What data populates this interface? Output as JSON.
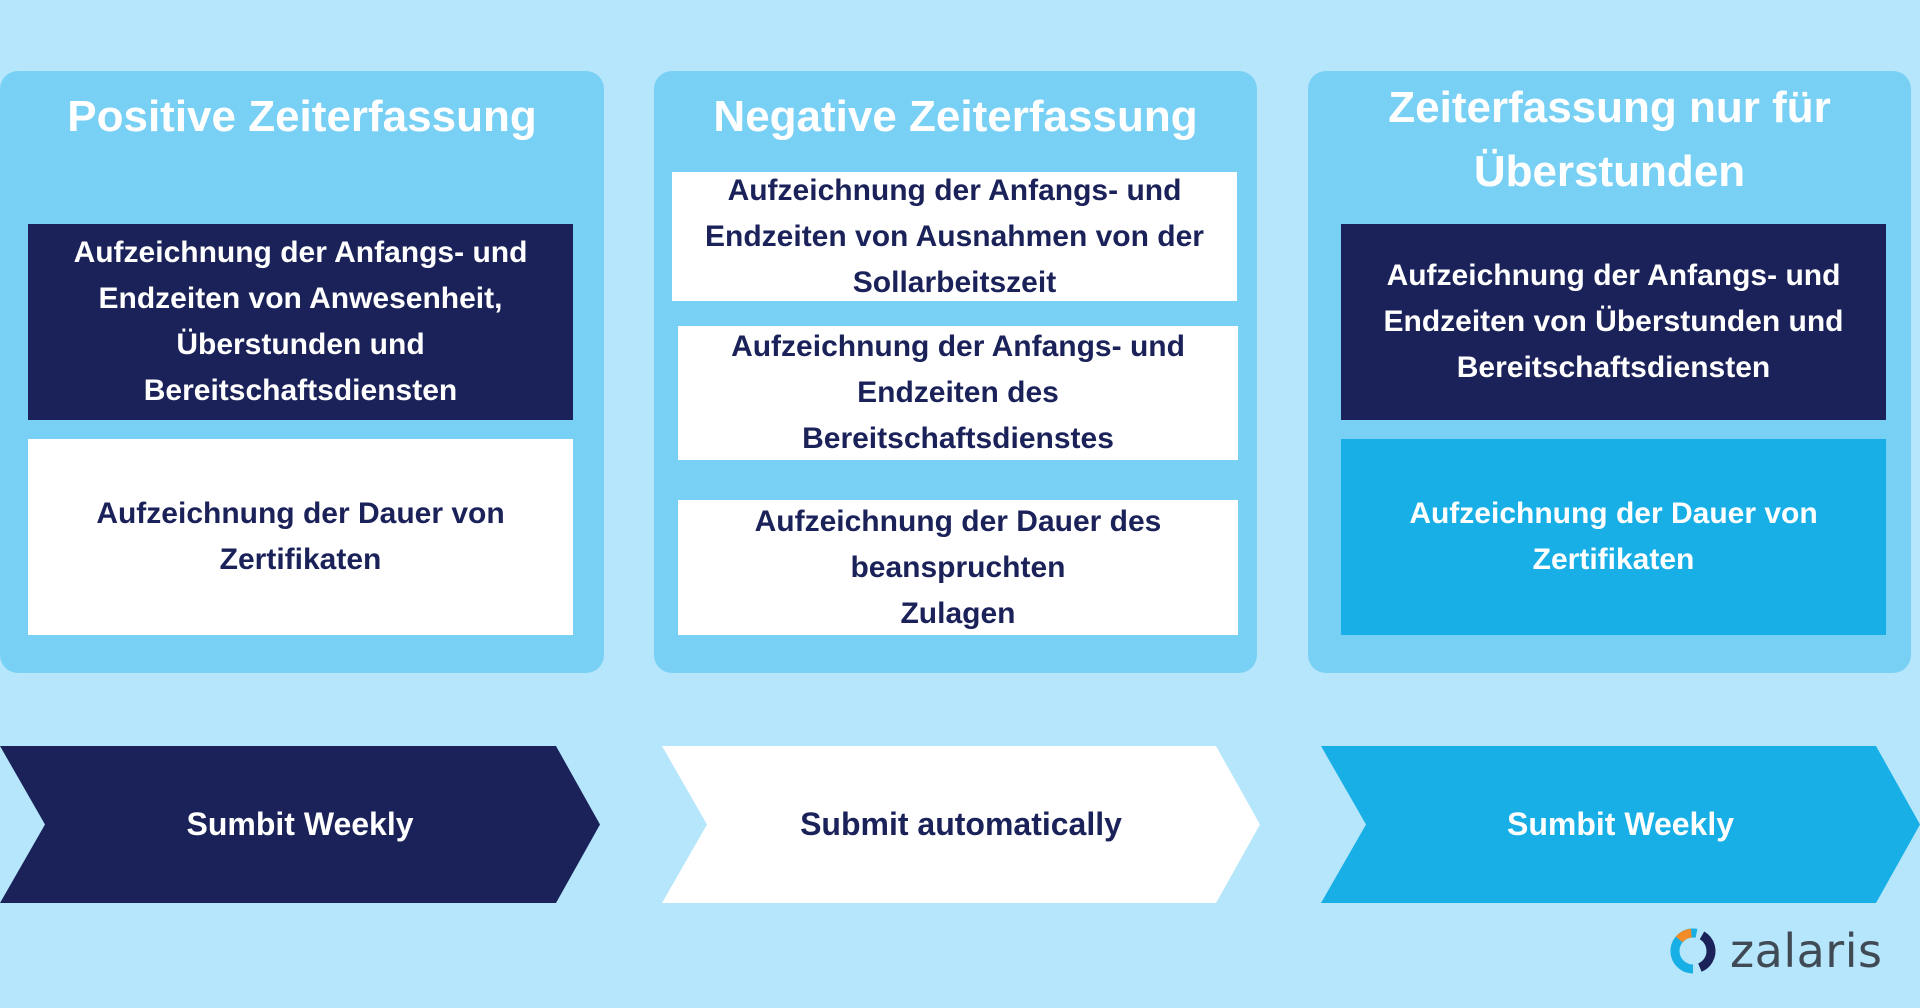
{
  "colors": {
    "background": "#b6e6fb",
    "panel": "#79d0f5",
    "dark_navy": "#1a2259",
    "white": "#ffffff",
    "cyan": "#17afe6"
  },
  "columns": [
    {
      "title": "Positive Zeiterfassung",
      "boxes": [
        {
          "style": "dark",
          "lines": [
            "Aufzeichnung der Anfangs- und",
            "Endzeiten von Anwesenheit,",
            "Überstunden und",
            "Bereitschaftsdiensten"
          ]
        },
        {
          "style": "white",
          "lines": [
            "Aufzeichnung der Dauer von",
            "Zertifikaten"
          ]
        }
      ],
      "arrow": {
        "style": "dark",
        "label": "Sumbit Weekly"
      }
    },
    {
      "title": "Negative Zeiterfassung",
      "boxes": [
        {
          "style": "white",
          "lines": [
            "Aufzeichnung der Anfangs- und",
            "Endzeiten  von Ausnahmen von der",
            "Sollarbeitszeit"
          ]
        },
        {
          "style": "white",
          "lines": [
            "Aufzeichnung der Anfangs- und",
            "Endzeiten des",
            "Bereitschaftsdienstes"
          ]
        },
        {
          "style": "white",
          "lines": [
            "Aufzeichnung der Dauer des",
            "beanspruchten",
            "Zulagen"
          ]
        }
      ],
      "arrow": {
        "style": "white",
        "label": "Submit automatically"
      }
    },
    {
      "title_lines": [
        "Zeiterfassung nur für",
        "Überstunden"
      ],
      "boxes": [
        {
          "style": "dark",
          "lines": [
            "Aufzeichnung der Anfangs- und",
            "Endzeiten von Überstunden und",
            "Bereitschaftsdiensten"
          ]
        },
        {
          "style": "cyan",
          "lines": [
            "Aufzeichnung der Dauer von",
            "Zertifikaten"
          ]
        }
      ],
      "arrow": {
        "style": "cyan",
        "label": "Sumbit Weekly"
      }
    }
  ],
  "logo": {
    "text": "zalaris",
    "icon": "zalaris-logo-icon"
  }
}
